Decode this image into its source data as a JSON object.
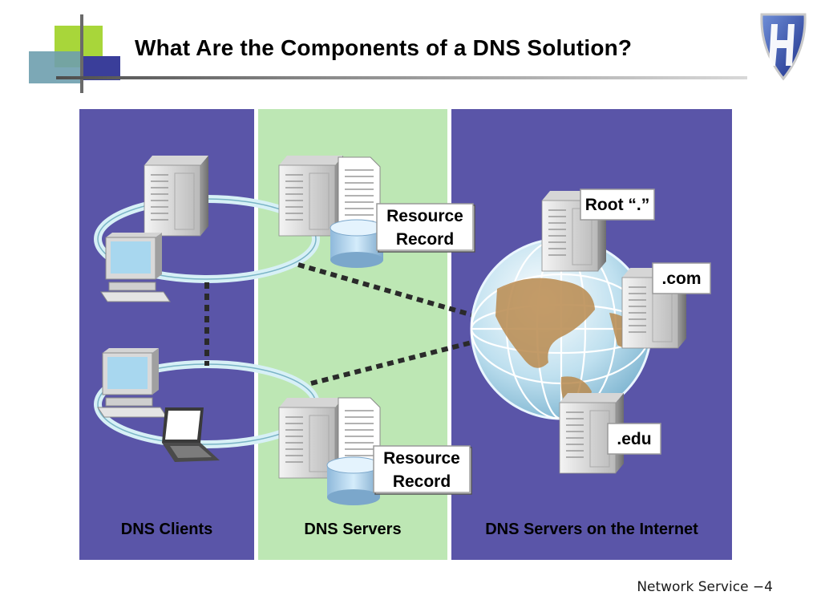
{
  "slide": {
    "title": "What Are the Components of a DNS Solution?",
    "footer": "Network Service −4"
  },
  "panels": {
    "clients_label": "DNS Clients",
    "servers_label": "DNS Servers",
    "internet_label": "DNS Servers on the Internet"
  },
  "callouts": {
    "resource_record_top": [
      "Resource",
      "Record"
    ],
    "resource_record_bottom": [
      "Resource",
      "Record"
    ],
    "root": "Root “.”",
    "com": ".com",
    "edu": ".edu"
  },
  "colors": {
    "panel_purple": "#5a55a8",
    "panel_green": "#bde7b4",
    "accent_green": "#9ccc2a",
    "accent_navy": "#3a3e9a",
    "accent_teal": "#5c8e9e"
  }
}
